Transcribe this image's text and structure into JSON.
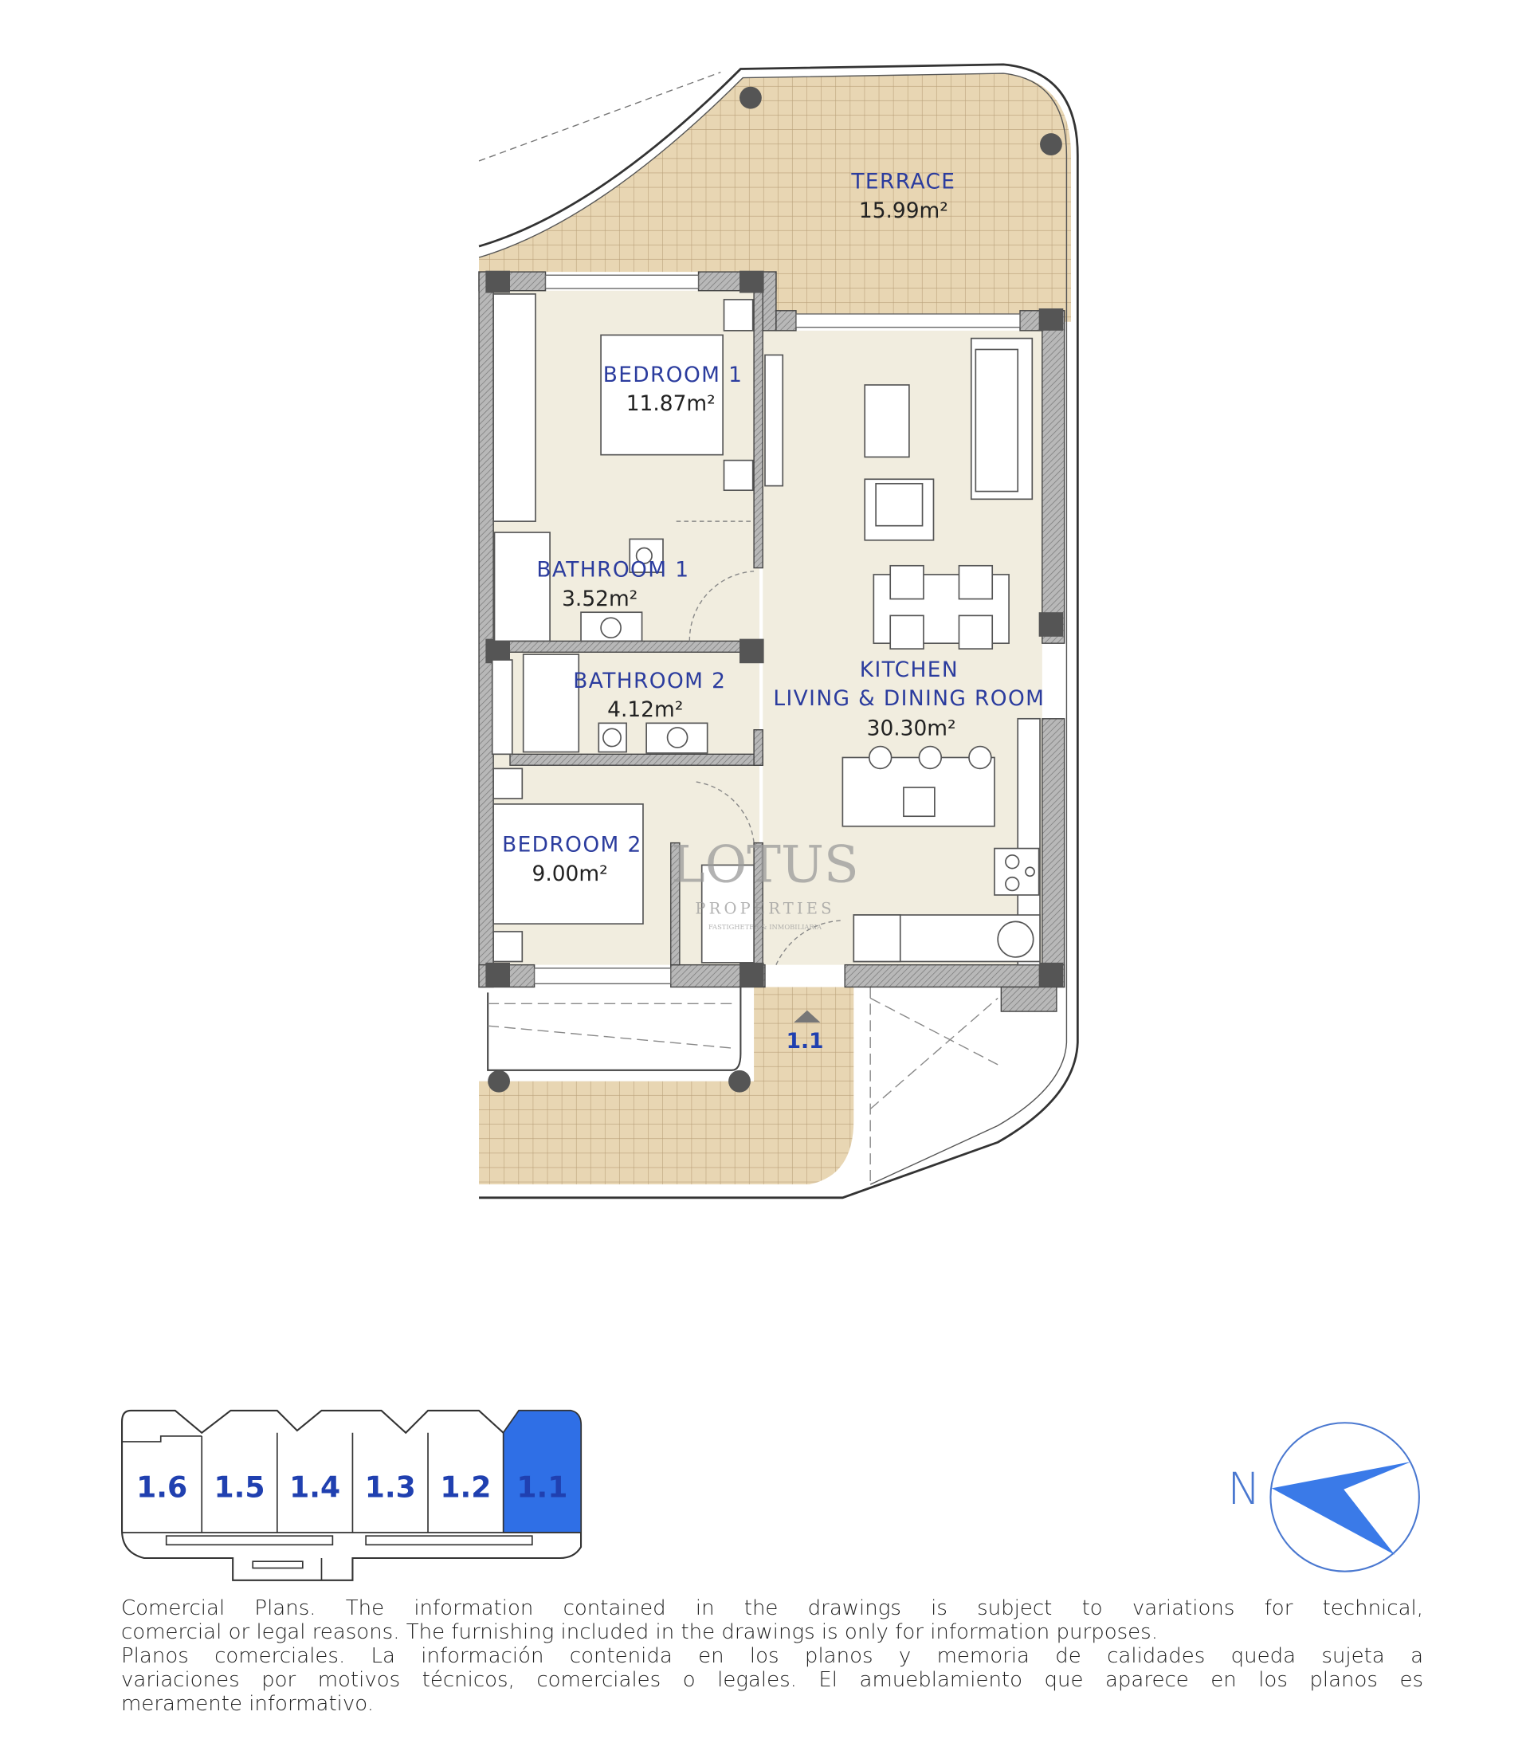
{
  "rooms": {
    "terrace": {
      "name": "TERRACE",
      "area": "15.99m²"
    },
    "bedroom1": {
      "name": "BEDROOM  1",
      "area": "11.87m²"
    },
    "bathroom1": {
      "name": "BATHROOM  1",
      "area": "3.52m²"
    },
    "bathroom2": {
      "name": "BATHROOM  2",
      "area": "4.12m²"
    },
    "kitchen": {
      "name1": "KITCHEN",
      "name2": "LIVING  &  DINING  ROOM",
      "area": "30.30m²"
    },
    "bedroom2": {
      "name": "BEDROOM  2",
      "area": "9.00m²"
    }
  },
  "entrance_label": "1.1",
  "watermark": {
    "brand": "LOTUS",
    "sub": "PROPERTIES",
    "tag": "FASTIGHETER & INMOBILIARIA"
  },
  "keyplan": {
    "units": [
      "1.6",
      "1.5",
      "1.4",
      "1.3",
      "1.2",
      "1.1"
    ],
    "selected": "1.1",
    "highlight_color": "#2f6fe6"
  },
  "compass": {
    "label": "N",
    "arrow_color": "#3a7ae8"
  },
  "colors": {
    "interior": "#f1eddf",
    "terrace": "#e8d6b3",
    "text": "#2b3c9e"
  },
  "disclaimer": [
    "Comercial Plans. The information contained in the drawings is subject to variations for technical,",
    "comercial or legal reasons. The furnishing included in the drawings is only for information purposes.",
    "Planos comerciales. La información contenida en los planos y memoria de calidades queda sujeta a",
    "variaciones por motivos técnicos, comerciales o legales. El amueblamiento que aparece en los planos es",
    "meramente informativo."
  ]
}
